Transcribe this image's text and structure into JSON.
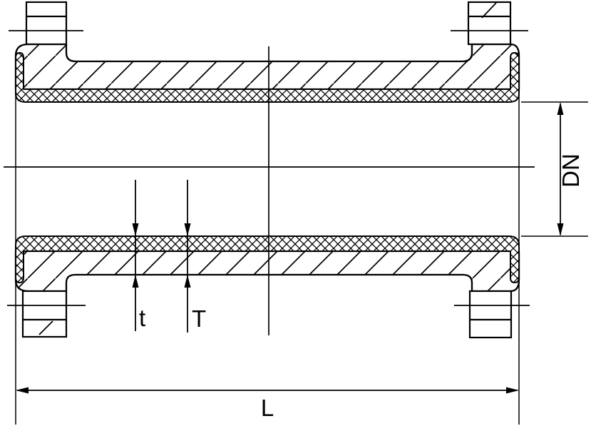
{
  "drawing": {
    "labels": {
      "bore_diameter": "DN",
      "lining_thickness": "t",
      "total_wall_thickness": "T",
      "overall_length": "L"
    },
    "colors": {
      "line": "#000000",
      "background": "#ffffff"
    }
  }
}
